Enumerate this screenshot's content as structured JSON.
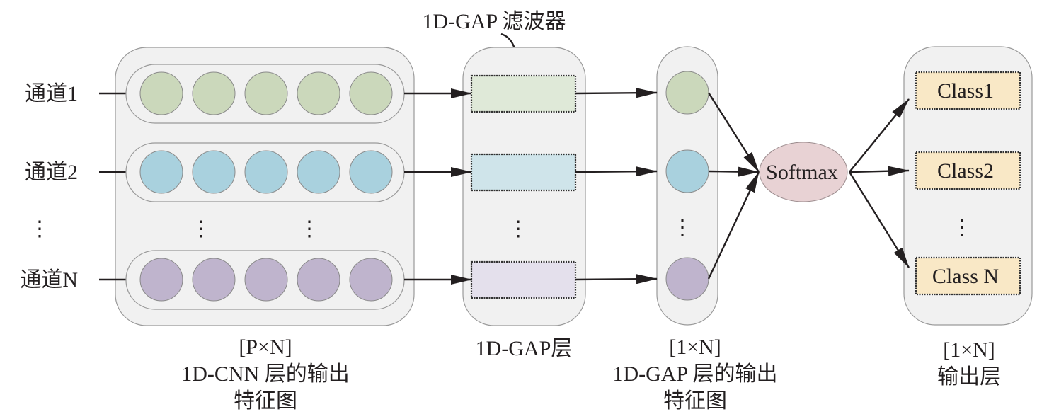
{
  "filter_label": "1D-GAP 滤波器",
  "channels": [
    {
      "label": "通道1",
      "color": "#cbd8bb",
      "filter_color": "#dfe9d8"
    },
    {
      "label": "通道2",
      "color": "#a9d1de",
      "filter_color": "#cfe4ea"
    },
    {
      "label": "通道N",
      "color": "#bfb4cd",
      "filter_color": "#e4e0ec"
    }
  ],
  "softmax_label": "Softmax",
  "softmax_color": "#e8d2d4",
  "classes": [
    {
      "label": "Class1"
    },
    {
      "label": "Class2"
    },
    {
      "label": "Class N"
    }
  ],
  "class_color": "#f9e8c6",
  "captions": {
    "cnn_output": [
      "[P×N]",
      "1D-CNN 层的输出",
      "特征图"
    ],
    "gap_layer": [
      "1D-GAP层"
    ],
    "gap_output": [
      "[1×N]",
      "1D-GAP 层的输出",
      "特征图"
    ],
    "output_layer": [
      "[1×N]",
      "输出层"
    ]
  },
  "ellipsis": "⋮"
}
